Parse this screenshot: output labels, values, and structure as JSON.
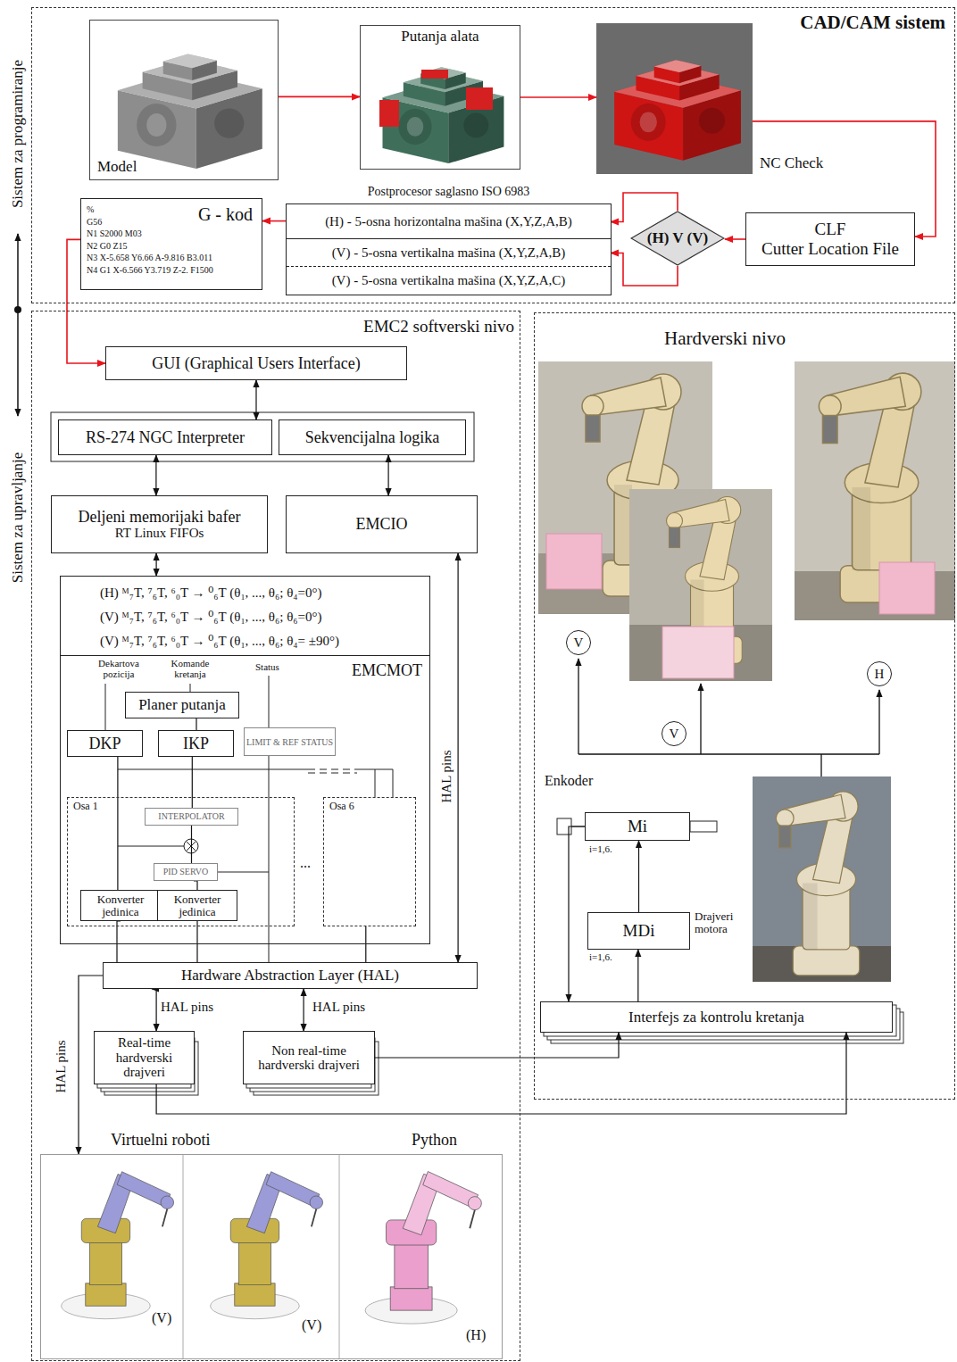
{
  "diagram": {
    "nodes": [
      {
        "text": [
          "CAD/CAM sistem"
        ]
      },
      {
        "text": [
          "Model"
        ],
        "in": 0
      },
      {
        "text": [
          "Putanja alata"
        ],
        "in": 0
      },
      {
        "text": [
          "NC Check"
        ],
        "in": 0
      },
      {
        "text": [
          "CLF",
          "Cutter Location File"
        ],
        "in": 0
      },
      {
        "text": [
          "(H) V (V)"
        ],
        "in": 0
      },
      {
        "text": [
          "Postprocesor saglasno ISO 6983"
        ],
        "in": 0
      },
      {
        "text": [
          "(H) - 5-osna horizontalna mašina (X,Y,Z,A,B)"
        ],
        "in": 6
      },
      {
        "text": [
          "(V) - 5-osna vertikalna mašina (X,Y,Z,A,B)"
        ],
        "in": 6
      },
      {
        "text": [
          "(V) - 5-osna vertikalna mašina (X,Y,Z,A,C)"
        ],
        "in": 6
      },
      {
        "text": [
          "G - kod",
          "%",
          "G56",
          "N1 S2000 M03",
          "N2 G0 Z15",
          "N3 X-5.658 Y6.66 A-9.816 B3.011",
          "N4 G1 X-6.566 Y3.719 Z-2. F1500"
        ],
        "in": 0
      },
      {
        "text": [
          "EMC2 softverski nivo"
        ]
      },
      {
        "text": [
          "GUI (Graphical Users Interface)"
        ],
        "in": 11
      },
      {
        "text": [
          "RS-274 NGC Interpreter"
        ],
        "in": 11
      },
      {
        "text": [
          "Sekvencijalna logika"
        ],
        "in": 11
      },
      {
        "text": [
          "Deljeni memorijaki bafer",
          "RT Linux FIFOs"
        ],
        "in": 11
      },
      {
        "text": [
          "EMCIO"
        ],
        "in": 11
      },
      {
        "text": [
          "(H) ᴹ₇T, ⁷₆T, ⁶₀T → ⁰₆T (θ₁, ..., θ₆; θ₄=0°)",
          "(V) ᴹ₇T, ⁷₆T, ⁶₀T → ⁰₆T (θ₁, ..., θ₆; θ₆=0°)",
          "(V) ᴹ₇T, ⁷₆T, ⁶₀T → ⁰₆T (θ₁, ..., θ₆; θ₄= ±90°)"
        ],
        "in": 11
      },
      {
        "text": [
          "EMCMOT"
        ],
        "in": 11
      },
      {
        "text": [
          "Planer putanja"
        ],
        "in": 18
      },
      {
        "text": [
          "DKP"
        ],
        "in": 18
      },
      {
        "text": [
          "IKP"
        ],
        "in": 18
      },
      {
        "text": [
          "LIMIT & REF STATUS"
        ],
        "in": 18
      },
      {
        "text": [
          "Osa 1"
        ],
        "in": 18
      },
      {
        "text": [
          "INTERPOLATOR"
        ],
        "in": 23
      },
      {
        "text": [
          "PID SERVO"
        ],
        "in": 23
      },
      {
        "text": [
          "Konverter jedinica"
        ],
        "in": 23
      },
      {
        "text": [
          "Konverter jedinica"
        ],
        "in": 23
      },
      {
        "text": [
          "Osa 6"
        ],
        "in": 18
      },
      {
        "text": [
          "Hardware Abstraction Layer (HAL)"
        ],
        "in": 11
      },
      {
        "text": [
          "Real-time hardverski drajveri"
        ],
        "in": 11
      },
      {
        "text": [
          "Non real-time hardverski drajveri"
        ],
        "in": 11
      },
      {
        "text": [
          "Virtuelni roboti",
          "Python"
        ],
        "in": 11
      },
      {
        "text": [
          "Hardverski nivo"
        ]
      },
      {
        "text": [
          "V"
        ],
        "in": 33
      },
      {
        "text": [
          "V"
        ],
        "in": 33
      },
      {
        "text": [
          "H"
        ],
        "in": 33
      },
      {
        "text": [
          "Mi"
        ],
        "in": 33
      },
      {
        "text": [
          "MDi"
        ],
        "in": 33
      },
      {
        "text": [
          "Interfejs za kontrolu kretanja"
        ],
        "in": 33
      }
    ],
    "edges": [
      {
        "from": 1,
        "to": 2,
        "arrow": "to"
      },
      {
        "from": 2,
        "to": 3,
        "arrow": "to"
      },
      {
        "from": 3,
        "to": 4,
        "arrow": "to"
      },
      {
        "from": 4,
        "to": 5,
        "arrow": "to"
      },
      {
        "from": 5,
        "to": 7,
        "arrow": "to"
      },
      {
        "from": 5,
        "to": 8,
        "arrow": "to"
      },
      {
        "from": 6,
        "to": 10,
        "arrow": "to"
      },
      {
        "from": 10,
        "to": 12,
        "arrow": "to"
      },
      {
        "from": 12,
        "to": 13,
        "arrow": "both"
      },
      {
        "from": 13,
        "to": 15,
        "arrow": "both"
      },
      {
        "from": 14,
        "to": 16,
        "arrow": "both"
      },
      {
        "from": 15,
        "to": 17,
        "arrow": "both"
      },
      {
        "from": 16,
        "to": 29,
        "arrow": "both",
        "label": "HAL pins"
      },
      {
        "from": 19,
        "to": 21,
        "arrow": "none"
      },
      {
        "from": 21,
        "to": 24,
        "arrow": "none"
      },
      {
        "from": 24,
        "to": 25,
        "arrow": "none"
      },
      {
        "from": 25,
        "to": 27,
        "arrow": "none"
      },
      {
        "from": 20,
        "to": 26,
        "arrow": "none"
      },
      {
        "from": 26,
        "to": 29,
        "arrow": "none"
      },
      {
        "from": 27,
        "to": 29,
        "arrow": "none"
      },
      {
        "from": 28,
        "to": 29,
        "arrow": "none"
      },
      {
        "from": 29,
        "to": 30,
        "arrow": "both",
        "label": "HAL pins"
      },
      {
        "from": 29,
        "to": 31,
        "arrow": "both",
        "label": "HAL pins"
      },
      {
        "from": 29,
        "to": 32,
        "arrow": "to",
        "label": "HAL pins"
      },
      {
        "from": 31,
        "to": 39,
        "arrow": "to"
      },
      {
        "from": 30,
        "to": 39,
        "arrow": "to"
      },
      {
        "from": 39,
        "to": 38,
        "arrow": "to"
      },
      {
        "from": 38,
        "to": 37,
        "arrow": "to"
      },
      {
        "from": 37,
        "to": 39,
        "arrow": "to"
      }
    ],
    "labels": [
      "Sistem za programiranje",
      "Sistem za upravljanje",
      "Dekartova pozicija",
      "Komande kretanja",
      "Status",
      "...",
      "Enkoder",
      "i=1,6.",
      "i=1,6.",
      "Drajveri motora",
      "(V)",
      "(V)",
      "(H)"
    ]
  }
}
